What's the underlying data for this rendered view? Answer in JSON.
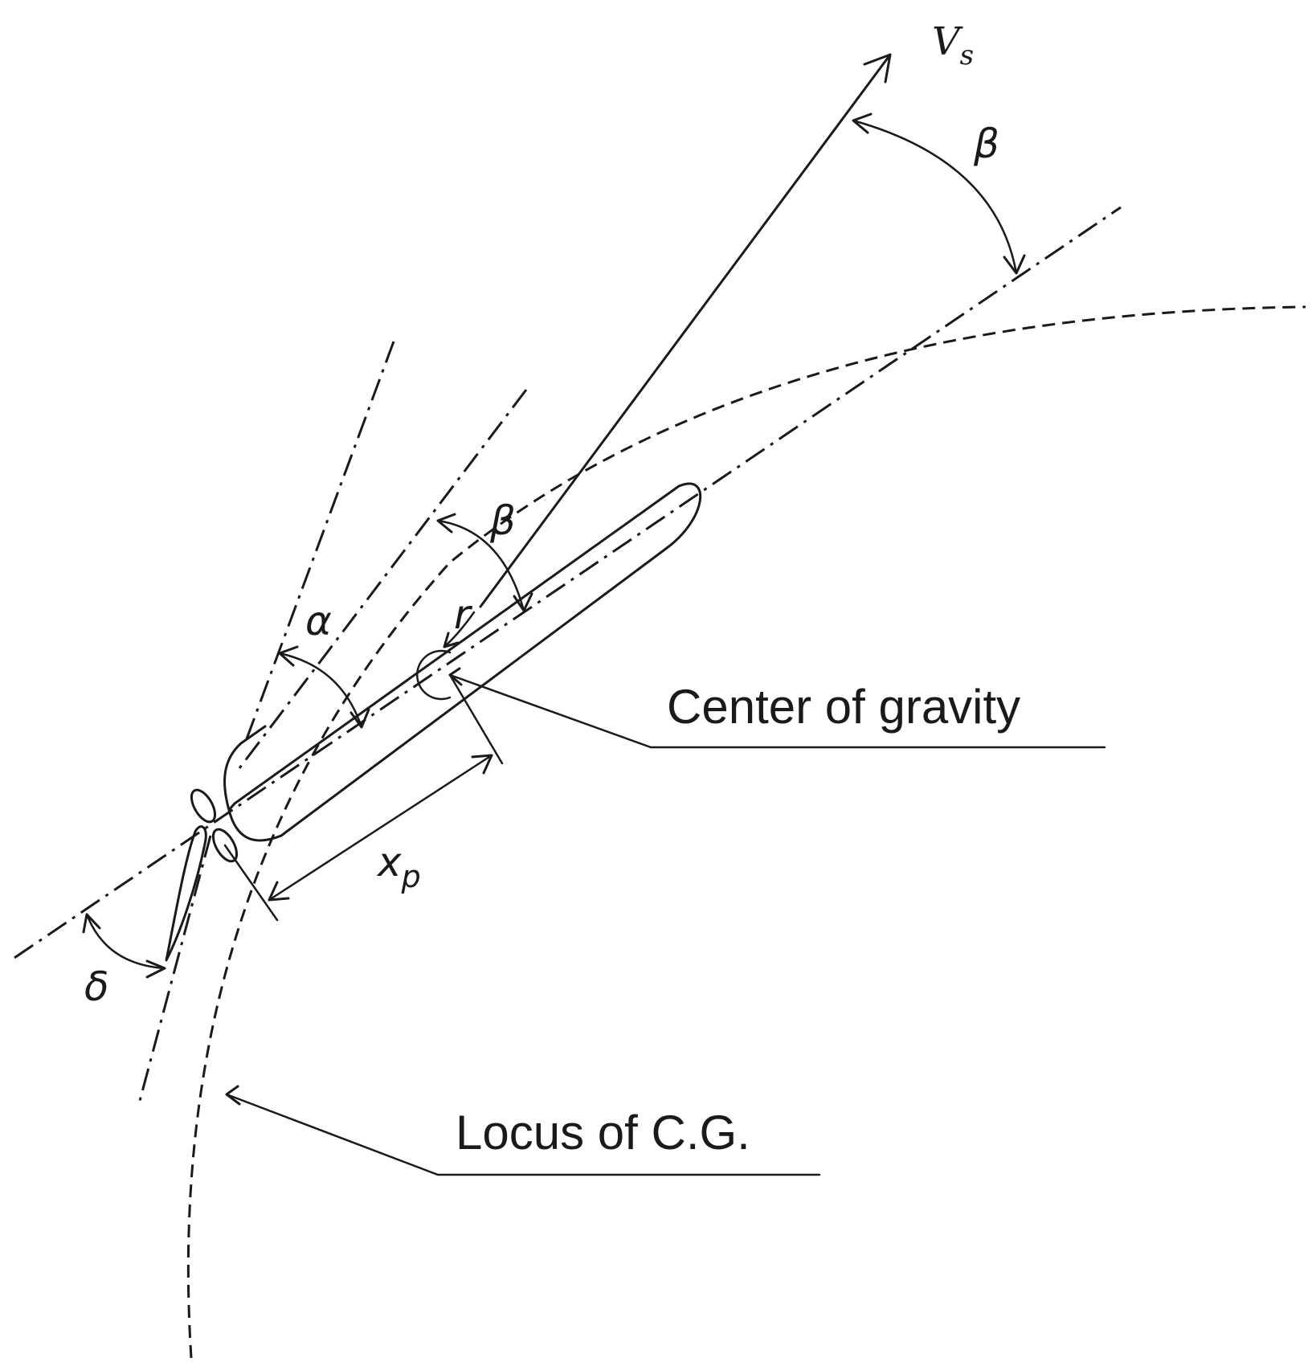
{
  "symbols": {
    "velocity": "V",
    "velocity_subscript": "s",
    "drift_angle_top": "β",
    "drift_angle_mid": "β",
    "alpha": "α",
    "yaw_rate": "r",
    "x_prop": "x",
    "x_prop_subscript": "p",
    "rudder_angle": "δ"
  },
  "labels": {
    "center_of_gravity": "Center of gravity",
    "locus": "Locus of C.G."
  }
}
